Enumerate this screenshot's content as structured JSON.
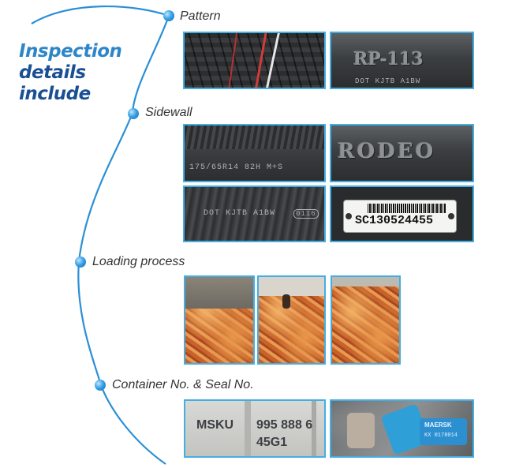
{
  "title": {
    "line1": "Inspection",
    "line2": "details",
    "line3": "include"
  },
  "sections": {
    "pattern": "Pattern",
    "sidewall": "Sidewall",
    "loading": "Loading process",
    "container": "Container No. & Seal No."
  },
  "photo_text": {
    "pattern_brand": "RP-113",
    "pattern_dot": "DOT KJTB A1BW",
    "sidewall_size": "175/65R14 82H M+S",
    "sidewall_brand": "RODEO",
    "sidewall_dot": "DOT KJTB A1BW",
    "sidewall_dot_code": "0116",
    "tag_code": "SC130524455",
    "container_prefix": "MSKU",
    "container_number": "995 888 6",
    "container_type": "45G1",
    "seal_brand": "MAERSK",
    "seal_number": "KX 0178014"
  },
  "colors": {
    "accent": "#44aee3",
    "title_blue": "#1b4f94",
    "title_light": "#2d86c8"
  }
}
